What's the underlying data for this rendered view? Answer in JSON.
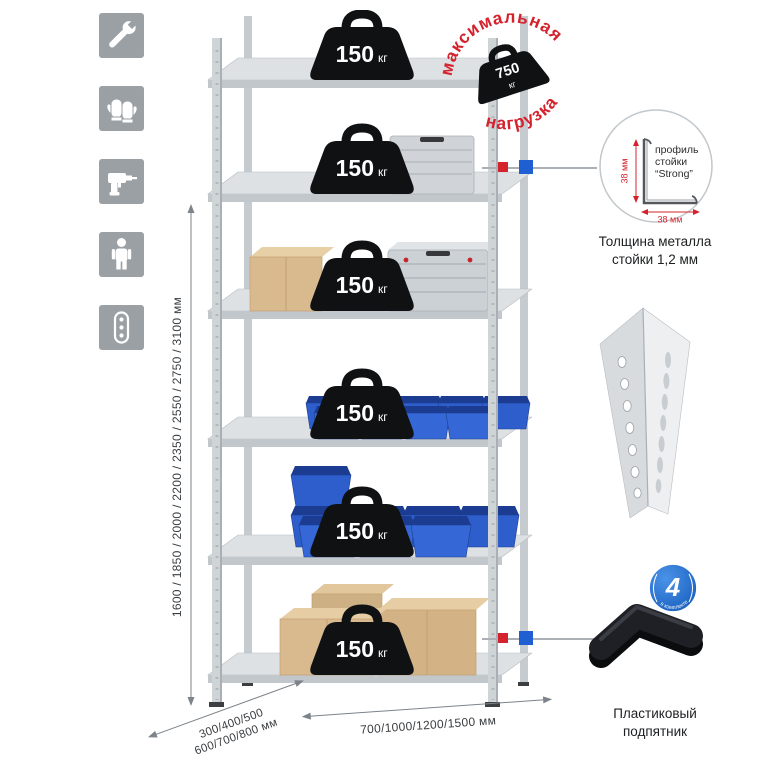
{
  "icons": {
    "items": [
      {
        "icon": "wrench-icon"
      },
      {
        "icon": "gloves-icon"
      },
      {
        "icon": "drill-icon"
      },
      {
        "icon": "person-icon"
      },
      {
        "icon": "level-icon"
      }
    ]
  },
  "stamp": {
    "arc_top": "максимальная",
    "arc_bottom": "нагрузка",
    "value": "750",
    "unit": "кг",
    "color": "#d5232e"
  },
  "shelf_weight": {
    "value": "150",
    "unit": "кг"
  },
  "dimensions": {
    "height": "1600 / 1850 / 2000 / 2200 / 2350 / 2550 / 2750 / 3100 мм",
    "depth_line1": "300/400/500",
    "depth_line2": "600/700/800 мм",
    "width": "700/1000/1200/1500 мм"
  },
  "profile_callout": {
    "label_line1": "профиль",
    "label_line2": "стойки",
    "label_line3": "“Strong”",
    "dim_vertical": "38 мм",
    "dim_horizontal": "38 мм",
    "caption_line1": "Толщина металла",
    "caption_line2": "стойки 1,2 мм"
  },
  "foot_callout": {
    "badge_number": "4",
    "badge_text": "в комплекте",
    "caption_line1": "Пластиковый",
    "caption_line2": "подпятник"
  },
  "colors": {
    "accent_red": "#d5232e",
    "accent_blue": "#1f5fd2",
    "metal_gray": "#cfd4d7",
    "bin_blue": "#2d5ecb",
    "cardboard": "#d8ba8e"
  }
}
